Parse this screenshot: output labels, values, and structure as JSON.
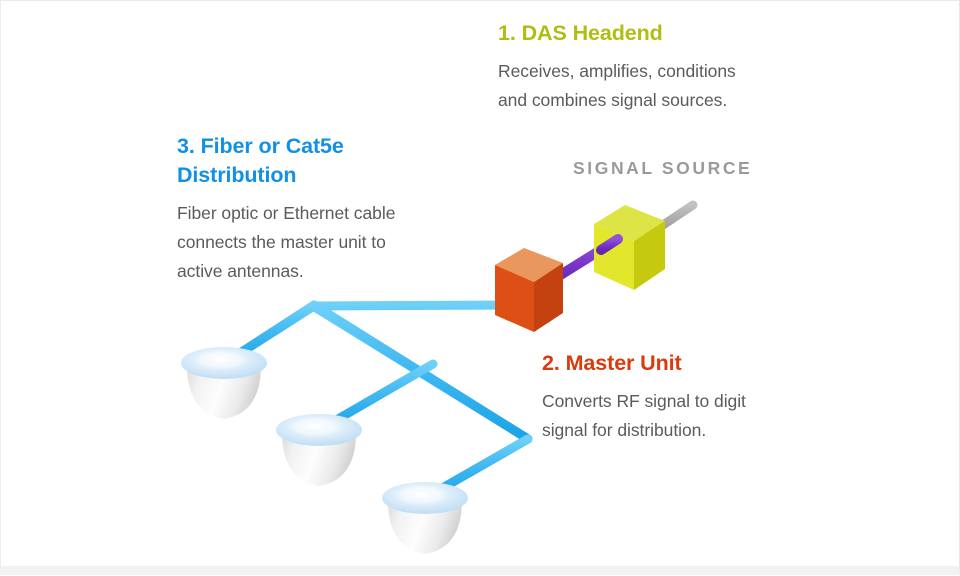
{
  "diagram": {
    "title_implicit": "Distributed Antenna System (DAS) overview",
    "background_color": "#ffffff",
    "blocks": [
      {
        "id": "das-headend",
        "number": "1.",
        "heading": "1. DAS Headend",
        "body": "Receives, amplifies, conditions and combines signal sources.",
        "body_lines": [
          "Receives, amplifies, conditions",
          "and combines signal sources."
        ],
        "color": "#b0bd11"
      },
      {
        "id": "fiber-distribution",
        "number": "3.",
        "heading": "3. Fiber or Cat5e Distribution",
        "heading_lines": [
          "3. Fiber or Cat5e",
          "Distribution"
        ],
        "body": "Fiber optic or Ethernet cable connects the master unit to active antennas.",
        "body_lines": [
          "Fiber optic or Ethernet cable",
          "connects the master unit to",
          "active antennas."
        ],
        "color": "#1290e3"
      },
      {
        "id": "master-unit",
        "number": "2.",
        "heading": "2. Master Unit",
        "body": "Converts RF signal to digit signal for distribution.",
        "body_lines": [
          "Converts RF signal to digit",
          "signal for distribution."
        ],
        "color": "#d93b0c"
      }
    ],
    "kicker": {
      "label": "SIGNAL SOURCE",
      "color": "#9a9a9a"
    },
    "nodes": [
      {
        "name": "das-headend-cube",
        "shape": "isometric-cube",
        "colors": {
          "top": "#dde446",
          "left": "#e2e72b",
          "right": "#c6ca0f"
        }
      },
      {
        "name": "master-unit-cube",
        "shape": "isometric-cube",
        "colors": {
          "top": "#e9975c",
          "left": "#dd4f14",
          "right": "#c44210"
        }
      }
    ],
    "antennas": [
      {
        "name": "active-antenna-1"
      },
      {
        "name": "active-antenna-2"
      },
      {
        "name": "active-antenna-3"
      }
    ],
    "cables": [
      {
        "name": "signal-source-cable",
        "color": "#a9a9a9",
        "from": "signal source",
        "to": "das-headend-cube"
      },
      {
        "name": "headend-to-master-cable",
        "color": "#7a35c8",
        "from": "das-headend-cube",
        "to": "master-unit-cube"
      },
      {
        "name": "fiber-distribution-cable",
        "color": "#3fb9f2",
        "from": "master-unit-cube",
        "to": "active antennas"
      }
    ],
    "colors": {
      "body_text": "#5b5b5b",
      "fiber_blue": "#3fb9f2",
      "fiber_blue_dark": "#1fa5e8",
      "purple": "#7a35c8",
      "gray_cable": "#a9a9a9"
    }
  }
}
